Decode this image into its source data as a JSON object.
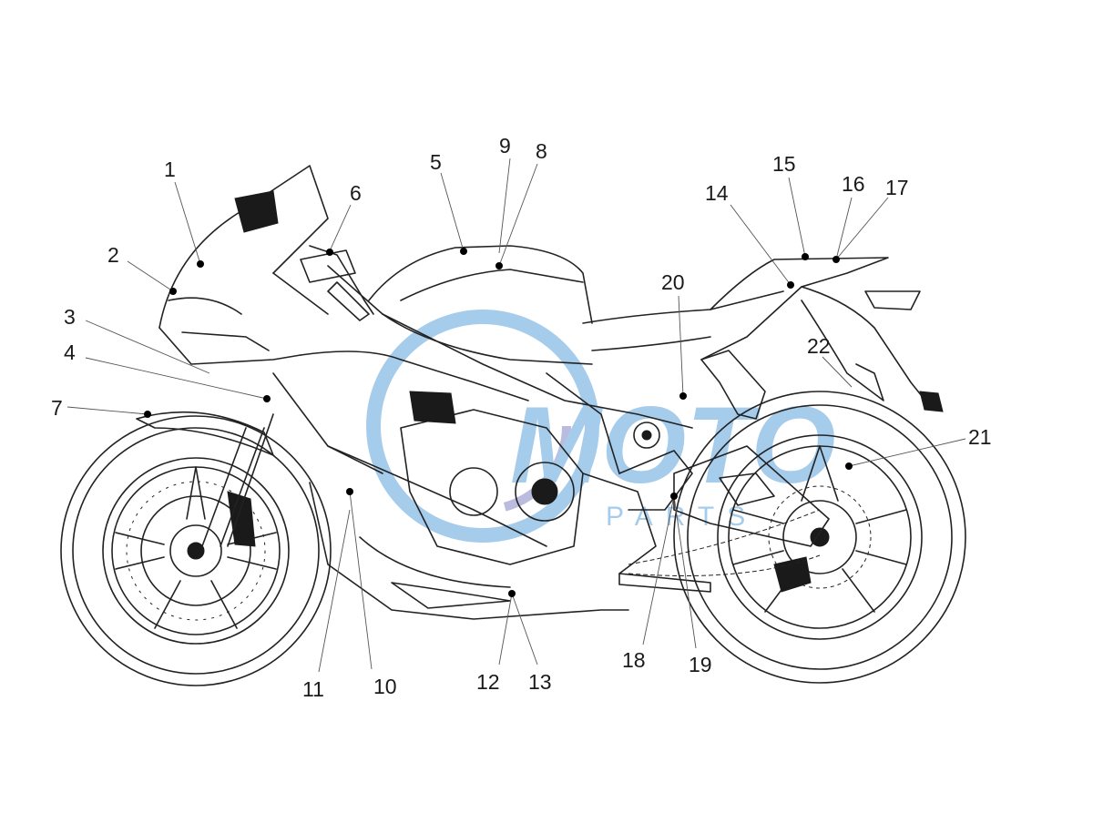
{
  "diagram": {
    "callouts": [
      "1",
      "2",
      "3",
      "4",
      "5",
      "6",
      "7",
      "8",
      "9",
      "10",
      "11",
      "12",
      "13",
      "14",
      "15",
      "16",
      "17",
      "18",
      "19",
      "20",
      "21",
      "22"
    ],
    "watermark": {
      "logo_letters": "MOTO",
      "tagline": "PARTS",
      "accent_color": "#3b8fd6",
      "secondary_color": "#6b6bb8"
    }
  }
}
